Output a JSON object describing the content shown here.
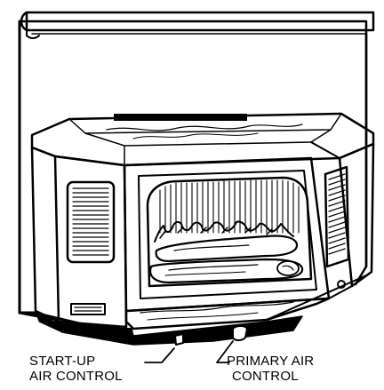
{
  "callouts": {
    "startup": {
      "line1": "START-UP",
      "line2": "AIR CONTROL"
    },
    "primary": {
      "line1": "PRIMARY AIR",
      "line2": "CONTROL"
    }
  },
  "colors": {
    "ink": "#000000",
    "paper": "#ffffff"
  }
}
